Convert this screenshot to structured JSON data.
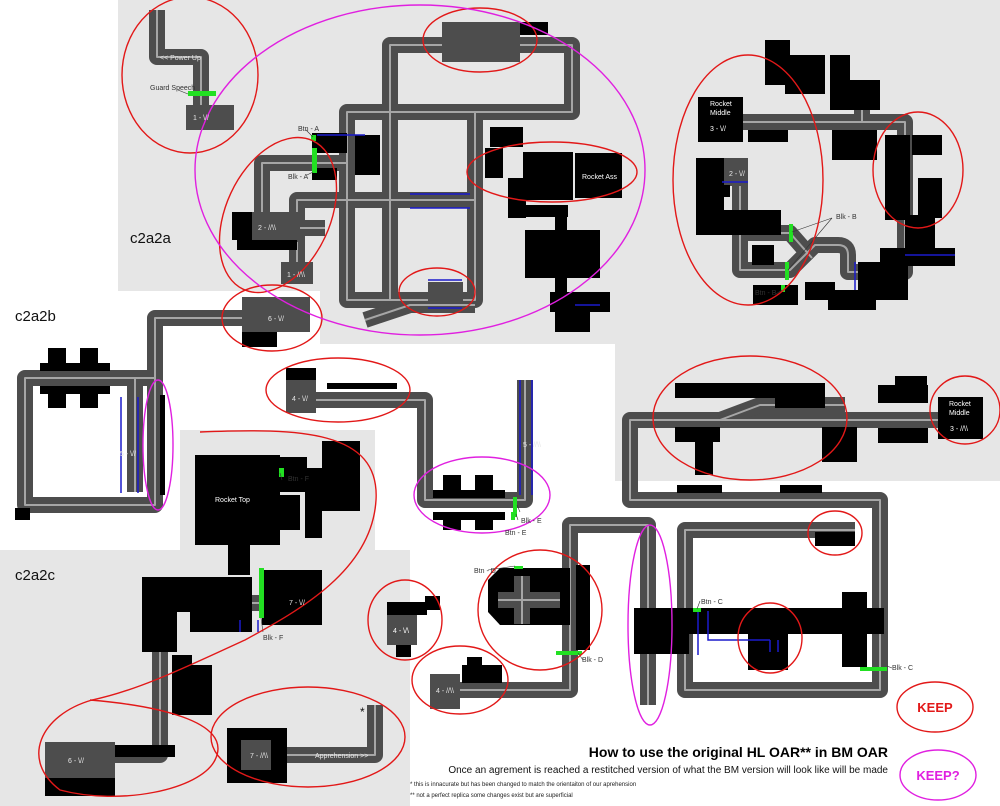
{
  "sections": {
    "a": "c2a2a",
    "b": "c2a2b",
    "c": "c2a2c"
  },
  "labels": {
    "power_up": "<< Power Up",
    "guard_speech": "Guard Speech",
    "ch1_top": "1 - \\//",
    "btn_a": "Btn - A",
    "blk_a": "Blk - A",
    "ch2_left": "2 - //\\\\",
    "ch1_left": "1 - //\\\\",
    "rocket_ass": "Rocket Ass",
    "rocket_middle_1": "Rocket",
    "rocket_middle_2": "Middle",
    "ch3_top": "3 - \\//",
    "ch2_right": "2 - \\//",
    "blk_b": "Blk - B",
    "btn_b": "Btn - B",
    "ch6_top": "6 - \\//",
    "ch5_left": "5 - \\//",
    "ch4_mid": "4 - \\//",
    "ch5_mid": "5 - //\\\\",
    "blk_e": "Blk - E",
    "btn_e": "Btn - E",
    "rocket_top": "Rocket Top",
    "btn_f": "Btn - F",
    "ch7_top": "7 - \\//",
    "blk_f": "Blk - F",
    "ch4_small": "4 - \\/\\",
    "btn_d": "Btn - D",
    "blk_d": "Blk - D",
    "ch4_low": "4 - //\\\\",
    "btn_c": "Btn - C",
    "blk_c": "Blk - C",
    "ch3_right": "3 - //\\\\",
    "ch6_low": "6 - \\//",
    "ch7_low": "7 - //\\\\",
    "apprehension": "Apprehension >>",
    "asterisk": "*"
  },
  "title": "How to use the original HL OAR** in BM OAR",
  "subtitle": "Once an agrement is reached a restitched version of what the BM version will look like will be made",
  "footnotes": [
    "* this is innacurate but has been changed to match the orientaiton of our aprehension",
    "** not a perfect replica some changes exist but are superficial"
  ],
  "legend": {
    "keep": "KEEP",
    "keep_maybe": "KEEP?"
  },
  "colors": {
    "keep": "#e21818",
    "keep_maybe": "#e020e0",
    "road": "#4d4d4d",
    "button": "#22e022",
    "background_region": "#e6e6e6"
  }
}
